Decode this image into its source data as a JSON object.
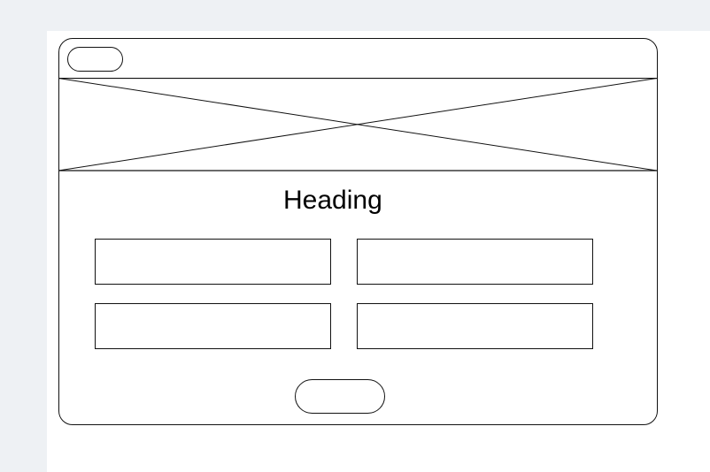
{
  "wireframe": {
    "heading": "Heading",
    "colors": {
      "background": "#eef1f4",
      "canvas": "#ffffff",
      "stroke": "#111111",
      "text": "#000000"
    },
    "elements": [
      "frame",
      "top-pill-button",
      "image-placeholder",
      "heading",
      "input-box-1",
      "input-box-2",
      "input-box-3",
      "input-box-4",
      "bottom-pill-button"
    ]
  }
}
